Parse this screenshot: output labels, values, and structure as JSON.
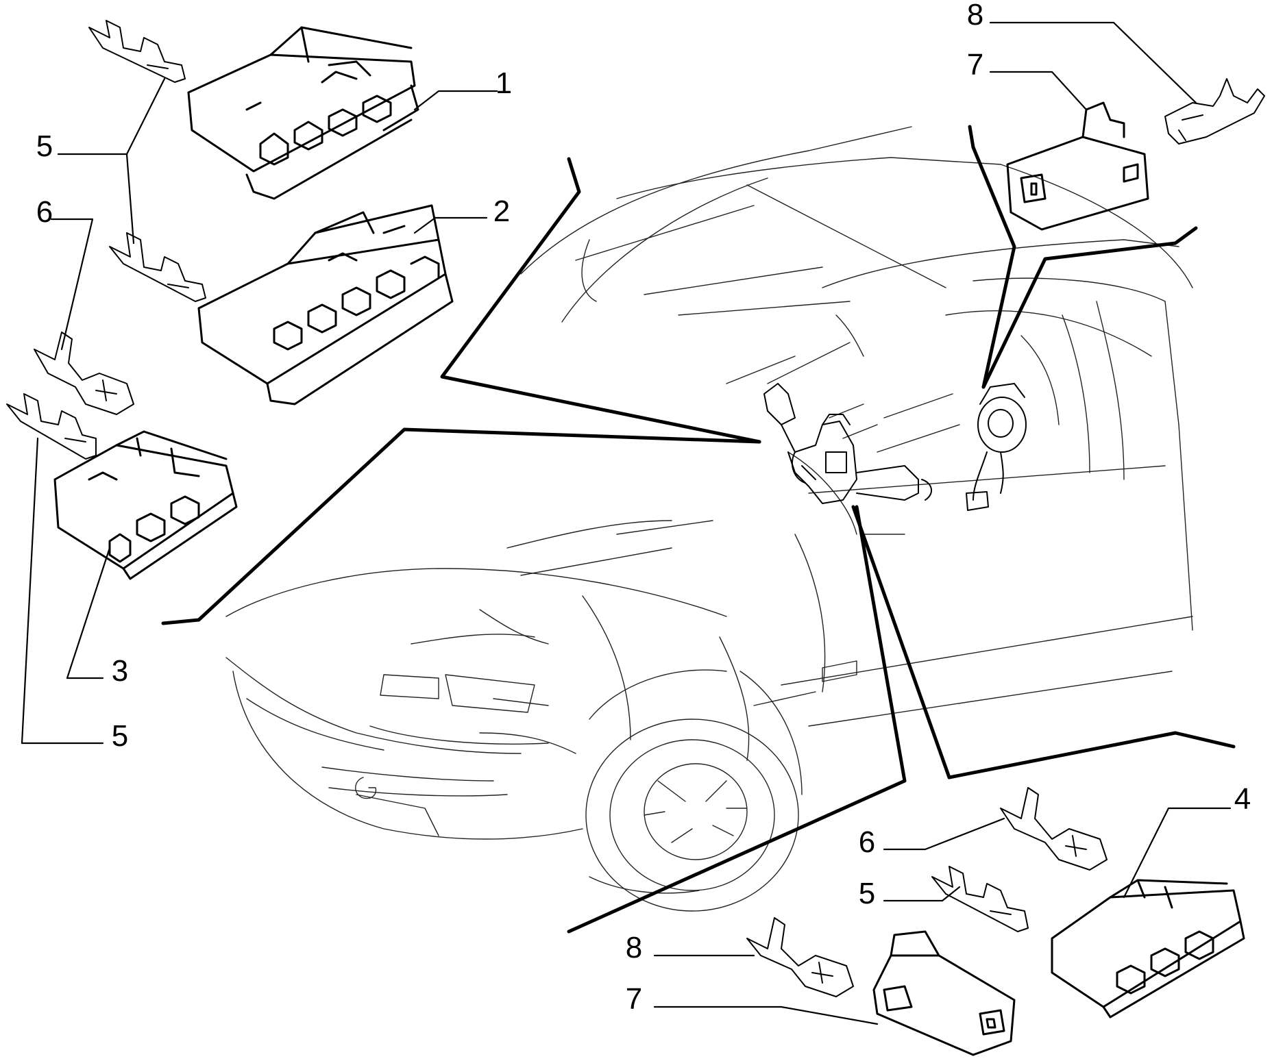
{
  "diagram": {
    "line_color": "#000000",
    "background": "#ffffff",
    "callouts": [
      {
        "id": "c1",
        "label": "1"
      },
      {
        "id": "c2",
        "label": "2"
      },
      {
        "id": "c3",
        "label": "3"
      },
      {
        "id": "c4",
        "label": "4"
      },
      {
        "id": "c5a",
        "label": "5"
      },
      {
        "id": "c5b",
        "label": "5"
      },
      {
        "id": "c5c",
        "label": "5"
      },
      {
        "id": "c6a",
        "label": "6"
      },
      {
        "id": "c6b",
        "label": "6"
      },
      {
        "id": "c7a",
        "label": "7"
      },
      {
        "id": "c7b",
        "label": "7"
      },
      {
        "id": "c8a",
        "label": "8"
      },
      {
        "id": "c8b",
        "label": "8"
      }
    ]
  }
}
